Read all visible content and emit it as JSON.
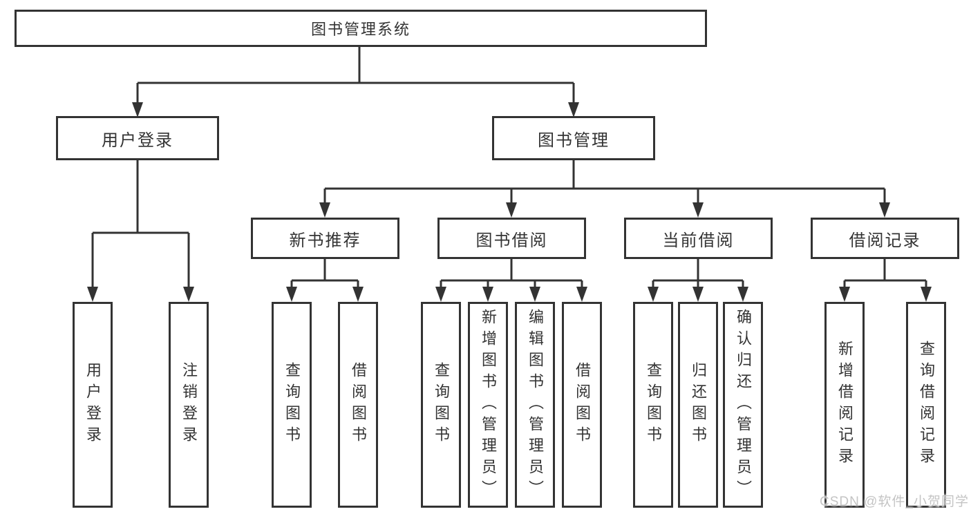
{
  "diagram": {
    "root": {
      "label": "图书管理系统"
    },
    "level2": [
      {
        "label": "用户登录"
      },
      {
        "label": "图书管理"
      }
    ],
    "level3": [
      {
        "label": "新书推荐"
      },
      {
        "label": "图书借阅"
      },
      {
        "label": "当前借阅"
      },
      {
        "label": "借阅记录"
      }
    ],
    "leaves": {
      "user_login": [
        "用户登录",
        "注销登录"
      ],
      "new_book": [
        "查询图书",
        "借阅图书"
      ],
      "book_borrow": [
        "查询图书",
        "新增图书（管理员）",
        "编辑图书（管理员）",
        "借阅图书"
      ],
      "current_borrow": [
        "查询图书",
        "归还图书",
        "确认归还（管理员）"
      ],
      "borrow_record": [
        "新增借阅记录",
        "查询借阅记录"
      ]
    }
  },
  "watermark": {
    "text": "CSDN @软件_小贺同学"
  },
  "colors": {
    "line": "#333333",
    "text": "#333333",
    "box_fill": "#ffffff",
    "background": "#ffffff",
    "watermark": "#c4c4c4"
  }
}
